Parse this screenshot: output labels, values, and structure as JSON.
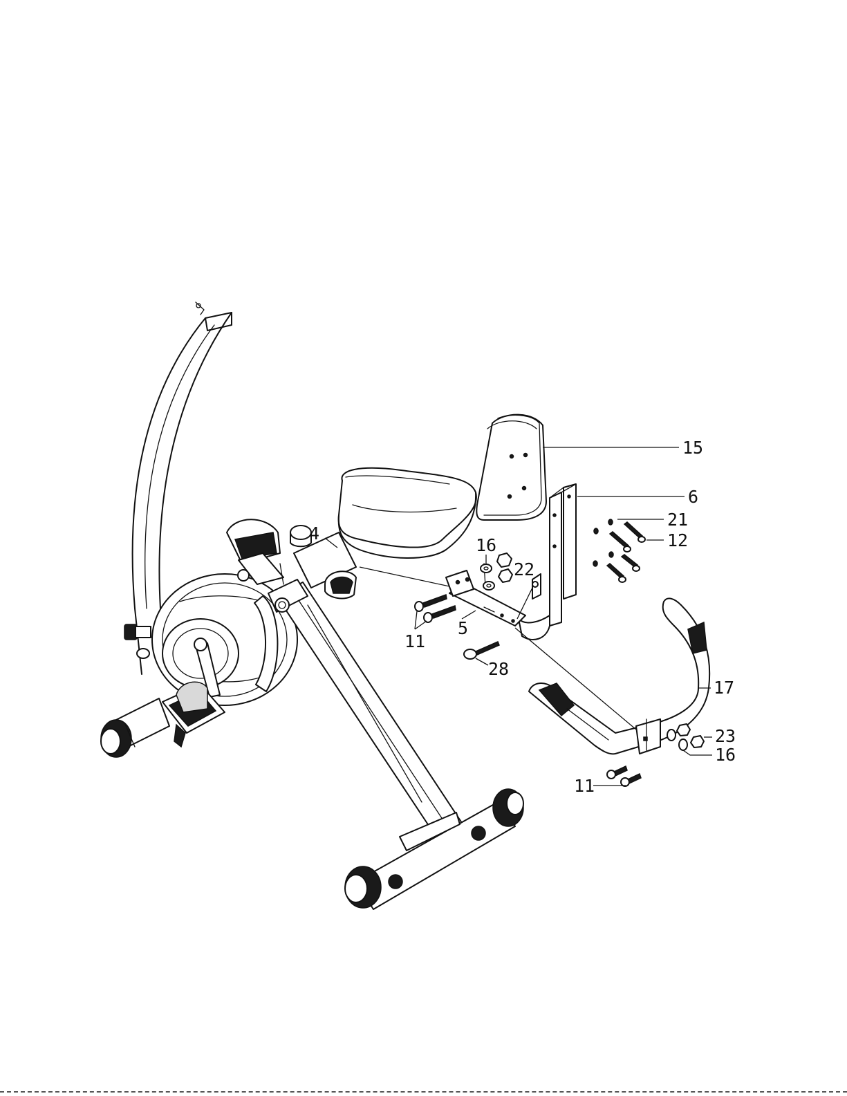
{
  "parts": [
    {
      "id": "p15",
      "number": "15"
    },
    {
      "id": "p6",
      "number": "6"
    },
    {
      "id": "p21",
      "number": "21"
    },
    {
      "id": "p12",
      "number": "12"
    },
    {
      "id": "p4",
      "number": "4"
    },
    {
      "id": "p16a",
      "number": "16"
    },
    {
      "id": "p22",
      "number": "22"
    },
    {
      "id": "p11a",
      "number": "11"
    },
    {
      "id": "p5",
      "number": "5"
    },
    {
      "id": "p28",
      "number": "28"
    },
    {
      "id": "p17",
      "number": "17"
    },
    {
      "id": "p23",
      "number": "23"
    },
    {
      "id": "p16b",
      "number": "16"
    },
    {
      "id": "p11b",
      "number": "11"
    }
  ]
}
